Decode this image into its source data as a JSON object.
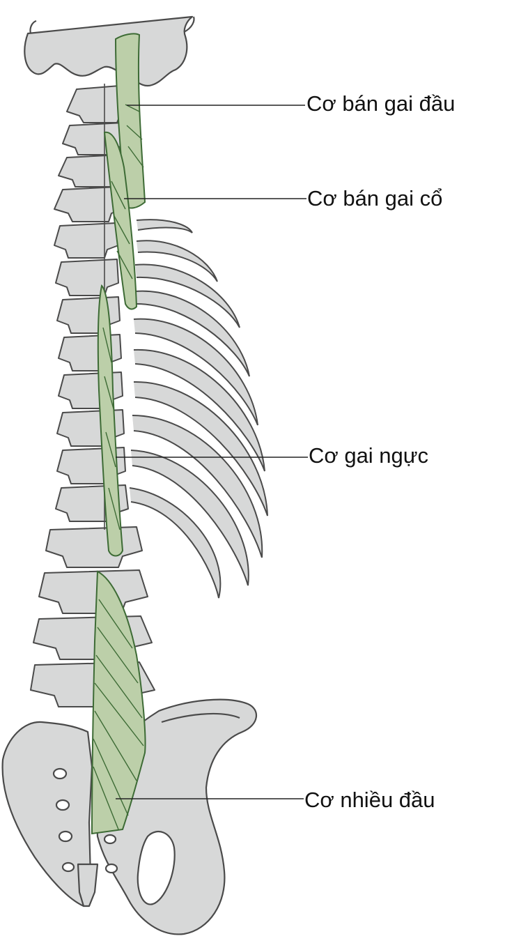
{
  "labels": {
    "semispinalis_capitis": "Cơ bán gai đầu",
    "semispinalis_cervicis": "Cơ bán gai cổ",
    "spinalis_thoracis": "Cơ gai ngực",
    "multifidus": "Cơ nhiều đầu"
  },
  "colors": {
    "bone_fill": "#d7d8d8",
    "bone_stroke": "#4a4a4a",
    "muscle_fill": "#bccfa9",
    "muscle_stroke": "#3d6b35",
    "leader_line": "#222222"
  }
}
